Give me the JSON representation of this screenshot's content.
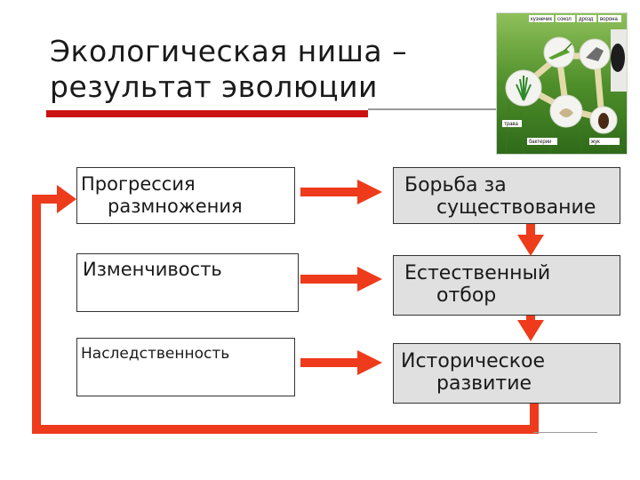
{
  "title": {
    "line1": "Экологическая ниша –",
    "line2": "результат эволюции"
  },
  "left_boxes": [
    {
      "line1": "Прогрессия",
      "line2": "размножения"
    },
    {
      "line1": "Изменчивость",
      "line2": ""
    },
    {
      "line1": "Наследственность",
      "line2": ""
    }
  ],
  "right_boxes": [
    {
      "line1": "Борьба за",
      "line2": "существование"
    },
    {
      "line1": "Естественный",
      "line2": "отбор"
    },
    {
      "line1": "Историческое",
      "line2": "развитие"
    }
  ],
  "photo_labels": [
    "кузнечик",
    "сокол",
    "дрозд",
    "ворона",
    "трава",
    "бактерии",
    "жук"
  ],
  "colors": {
    "arrow": "#ee3b1b",
    "title_underline": "#cc1111",
    "right_box_fill": "#e0e0e0"
  }
}
